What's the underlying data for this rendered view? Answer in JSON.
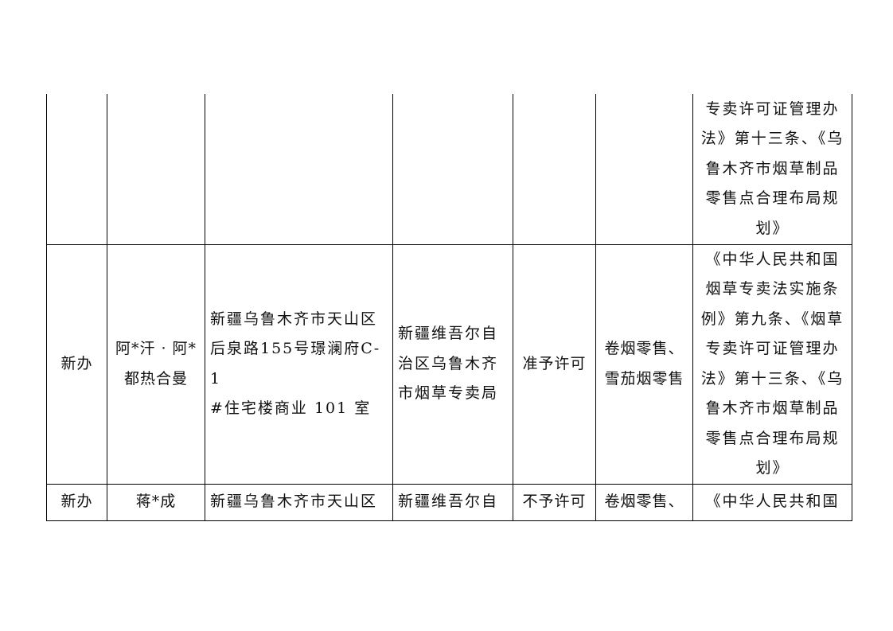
{
  "rows": [
    {
      "type": "",
      "name": "",
      "address": "",
      "authority": "",
      "decision": "",
      "scope": "",
      "basis": [
        "专卖许可证管理办",
        "法》第十三条、《乌",
        "鲁木齐市烟草制品",
        "零售点合理布局规",
        "划》"
      ]
    },
    {
      "type": "新办",
      "name": [
        "阿*汗 · 阿*",
        "都热合曼"
      ],
      "address": [
        "新疆乌鲁木齐市天山区",
        "后泉路155号璟澜府C-1",
        "#住宅楼商业 101 室"
      ],
      "authority": [
        "新疆维吾尔自",
        "治区乌鲁木齐",
        "市烟草专卖局"
      ],
      "decision": "准予许可",
      "scope": [
        "卷烟零售、",
        "雪茄烟零售"
      ],
      "basis": [
        "《中华人民共和国",
        "烟草专卖法实施条",
        "例》第九条、《烟草",
        "专卖许可证管理办",
        "法》第十三条、《乌",
        "鲁木齐市烟草制品",
        "零售点合理布局规",
        "划》"
      ]
    },
    {
      "type": "新办",
      "name": "蒋*成",
      "address": "新疆乌鲁木齐市天山区",
      "authority": "新疆维吾尔自",
      "decision": "不予许可",
      "scope": "卷烟零售、",
      "basis": "《中华人民共和国"
    }
  ]
}
